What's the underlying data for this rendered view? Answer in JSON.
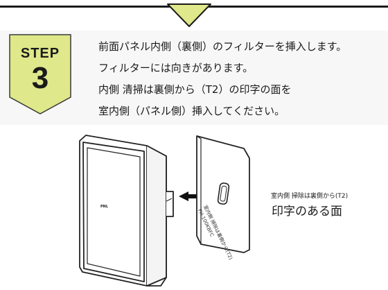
{
  "step": {
    "label": "STEP",
    "number": "3",
    "badge_color": "#dfe88a"
  },
  "instructions": [
    "前面パネル内側（裏側）のフィルターを挿入します。",
    "フィルターには向きがあります。",
    "内側 清掃は裏側から（T2）の印字の面を",
    "室内側（パネル側）挿入してください。"
  ],
  "illustration": {
    "callout_small": "室内側 掃除は裏側から(T2)",
    "callout_large": "印字のある面",
    "filter_print_1": "室内側 掃除は裏側から(T2)",
    "filter_print_2": "FH-100KBFC",
    "panel_mark": "PNL",
    "arrow_icon": "arrow-left-icon"
  }
}
